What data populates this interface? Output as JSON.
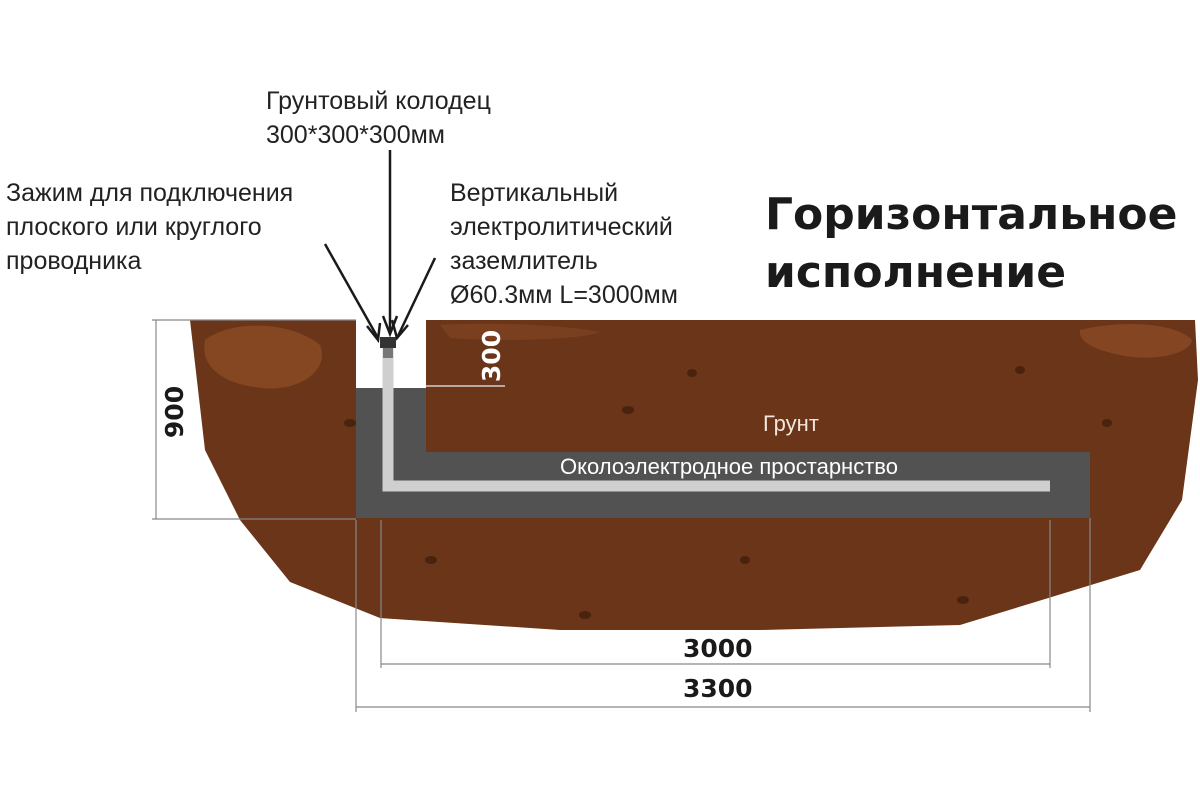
{
  "title": "Горизонтальное\nисполнение",
  "labels": {
    "well": "Грунтовый колодец\n300*300*300мм",
    "clamp": "Зажим для подключения\nплоского или круглого\nпроводника",
    "electrode": "Вертикальный\nэлектролитический\nзаземлитель\nØ60.3мм L=3000мм",
    "soil": "Грунт",
    "backfill": "Околоэлектродное простарнство"
  },
  "dimensions": {
    "depth": "900",
    "well_depth": "300",
    "electrode_length": "3000",
    "trench_length": "3300"
  },
  "colors": {
    "soil": "#6a3518",
    "soil_light": "#8a4a25",
    "backfill": "#525252",
    "electrode": "#cfcfcf",
    "text": "#222222"
  }
}
